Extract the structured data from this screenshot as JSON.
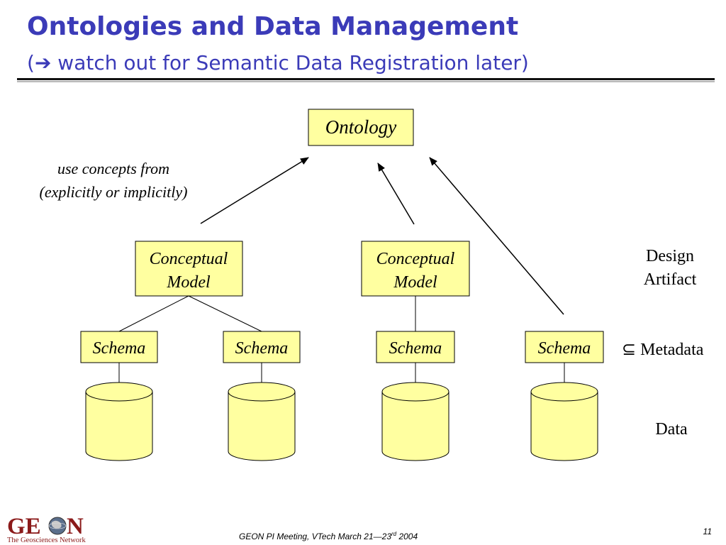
{
  "slide": {
    "title": "Ontologies and Data Management",
    "subtitle_open": "(",
    "subtitle_arrow": "➔",
    "subtitle_text": " watch out for Semantic Data Registration later)"
  },
  "diagram": {
    "ontology": "Ontology",
    "note_line1": "use concepts from",
    "note_line2": "(explicitly or implicitly)",
    "conceptual_model_line1": "Conceptual",
    "conceptual_model_line2": "Model",
    "schema": "Schema",
    "right_labels": {
      "design_line1": "Design",
      "design_line2": "Artifact",
      "subset_symbol": "⊆",
      "metadata": "Metadata",
      "data": "Data"
    }
  },
  "footer": {
    "meeting_prefix": "GEON PI Meeting, VTech March 21—23",
    "meeting_sup": "rd",
    "meeting_year": " 2004",
    "page_number": "11",
    "logo_text_ge": "GE",
    "logo_text_n": "N",
    "logo_sub": "The Geosciences Network"
  },
  "colors": {
    "title": "#3b3bb8",
    "box_fill": "#ffffa0",
    "logo": "#8b1a1a"
  }
}
